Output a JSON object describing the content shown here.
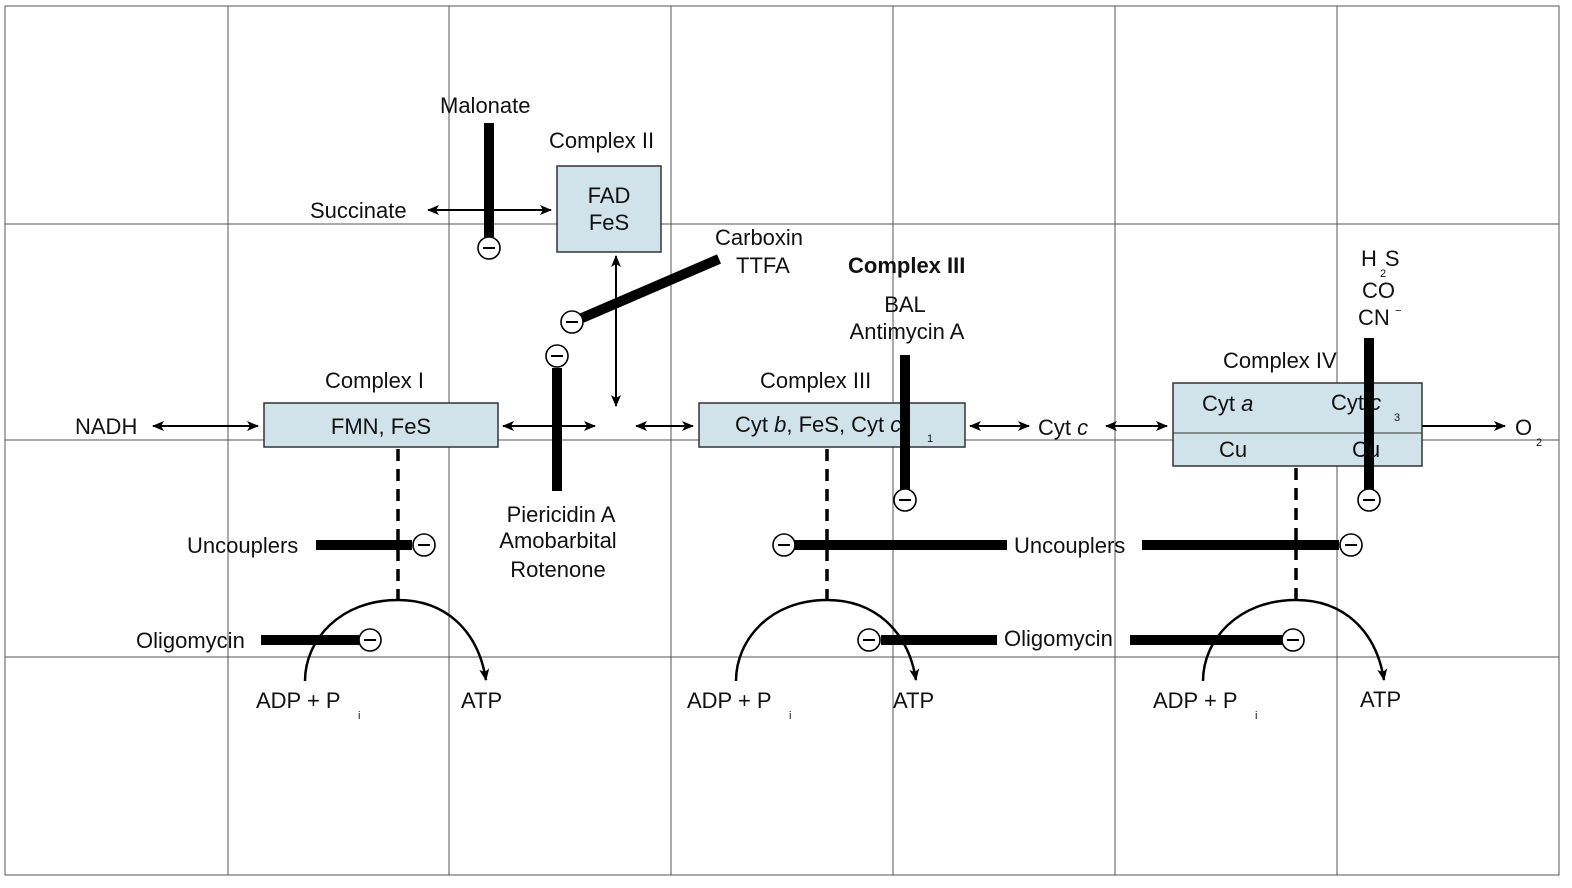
{
  "complex_ii": {
    "title": "Complex II",
    "line1": "FAD",
    "line2": "FeS",
    "substrate": "Succinate",
    "inhibitor": "Malonate"
  },
  "carboxin": {
    "line1": "Carboxin",
    "line2": "TTFA"
  },
  "complex_i": {
    "title": "Complex I",
    "box": "FMN, FeS",
    "substrate": "NADH",
    "inhibitors": [
      "Piericidin A",
      "Amobarbital",
      "Rotenone"
    ]
  },
  "complex_iii": {
    "title_upper": "Complex III",
    "title": "Complex III",
    "box_cyt": "Cyt",
    "box_b": "b",
    "box_mid": ", FeS, Cyt",
    "box_c": "c",
    "box_c_sub": "1",
    "inhibitors": [
      "BAL",
      "Antimycin A"
    ]
  },
  "cyt_c": {
    "cyt": "Cyt",
    "c": "c"
  },
  "complex_iv": {
    "title": "Complex IV",
    "cyt_a_cyt": "Cyt",
    "cyt_a_a": "a",
    "cyt_c3_cyt": "Cyt",
    "cyt_c3_c": "c",
    "cyt_c3_sub": "3",
    "cu_left": "Cu",
    "cu_right": "Cu",
    "inhibitor_h2s_h": "H",
    "inhibitor_h2s_2": "2",
    "inhibitor_h2s_s": "S",
    "inhibitor_co": "CO",
    "inhibitor_cn": "CN",
    "inhibitor_cn_sup": "−",
    "product_o": "O",
    "product_o_sub": "2"
  },
  "uncouplers": "Uncouplers",
  "oligomycin": "Oligomycin",
  "phosphorylation": {
    "adp": "ADP  +  P",
    "pi_sub": "i",
    "atp": "ATP"
  },
  "minus_symbol": "−"
}
